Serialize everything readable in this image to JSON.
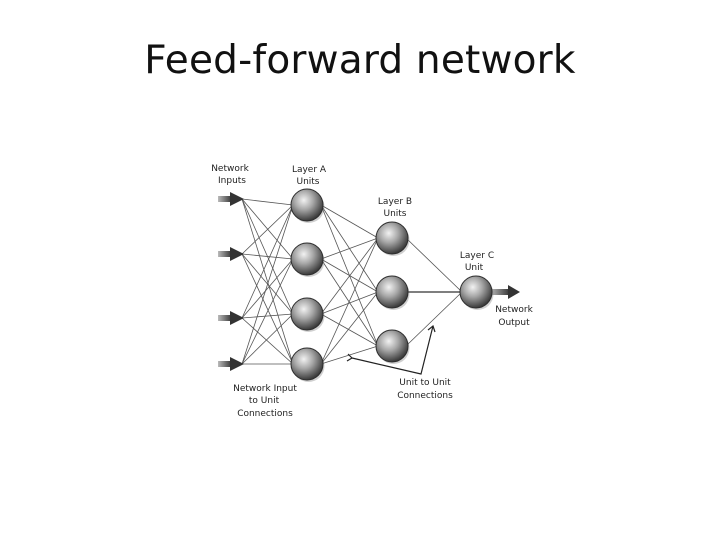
{
  "slide": {
    "title": "Feed-forward network"
  },
  "diagram": {
    "labels": {
      "network_inputs": [
        "Network",
        "Inputs"
      ],
      "layer_a": [
        "Layer A",
        "Units"
      ],
      "layer_b": [
        "Layer B",
        "Units"
      ],
      "layer_c": [
        "Layer C",
        "Unit"
      ],
      "network_output": [
        "Network",
        "Output"
      ],
      "input_connections": [
        "Network Input",
        "to Unit",
        "Connections"
      ],
      "unit_connections": [
        "Unit to Unit",
        "Connections"
      ]
    },
    "layers": {
      "inputs": 4,
      "layer_a": 4,
      "layer_b": 3,
      "layer_c": 1
    },
    "colors": {
      "line": "#555555",
      "node_dark": "#3a3a3a",
      "node_light": "#e6e6e6"
    }
  }
}
